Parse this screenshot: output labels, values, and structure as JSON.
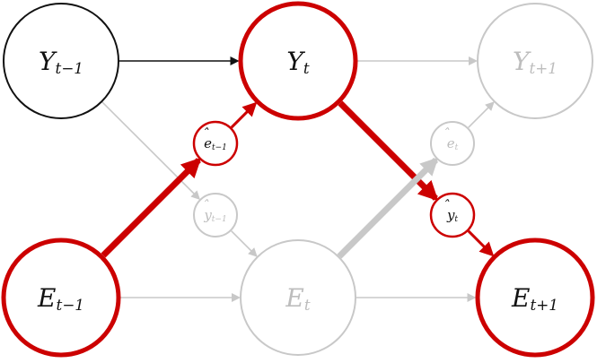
{
  "nodes": {
    "Y_prev": {
      "base": "Y",
      "sub": "t−1",
      "hat": false,
      "state": "normal"
    },
    "Y_t": {
      "base": "Y",
      "sub": "t",
      "hat": false,
      "state": "highlight"
    },
    "Y_next": {
      "base": "Y",
      "sub": "t+1",
      "hat": false,
      "state": "faded"
    },
    "E_prev": {
      "base": "E",
      "sub": "t−1",
      "hat": false,
      "state": "highlight"
    },
    "E_t": {
      "base": "E",
      "sub": "t",
      "hat": false,
      "state": "faded"
    },
    "E_next": {
      "base": "E",
      "sub": "t+1",
      "hat": false,
      "state": "highlight"
    },
    "ehat_prev": {
      "base": "e",
      "sub": "t−1",
      "hat": true,
      "state": "highlight"
    },
    "yhat_prev": {
      "base": "y",
      "sub": "t−1",
      "hat": true,
      "state": "faded"
    },
    "ehat_t": {
      "base": "e",
      "sub": "t",
      "hat": true,
      "state": "faded"
    },
    "yhat_t": {
      "base": "y",
      "sub": "t",
      "hat": true,
      "state": "highlight"
    }
  },
  "colors": {
    "highlight": "#cc0000",
    "normal": "#111111",
    "faded": "#c8c8c8",
    "faded_text": "#bdbdbd",
    "background": "#ffffff"
  },
  "edges": [
    {
      "from": "Y_prev",
      "to": "Y_t",
      "style": "normal"
    },
    {
      "from": "Y_t",
      "to": "Y_next",
      "style": "faded"
    },
    {
      "from": "E_prev",
      "to": "E_t",
      "style": "faded"
    },
    {
      "from": "E_t",
      "to": "E_next",
      "style": "faded"
    },
    {
      "from": "Y_prev",
      "to": "yhat_prev",
      "style": "faded"
    },
    {
      "from": "yhat_prev",
      "to": "E_t",
      "style": "faded"
    },
    {
      "from": "E_prev",
      "to": "ehat_prev",
      "style": "highlight-thick"
    },
    {
      "from": "ehat_prev",
      "to": "Y_t",
      "style": "highlight"
    },
    {
      "from": "Y_t",
      "to": "yhat_t",
      "style": "highlight-thick"
    },
    {
      "from": "yhat_t",
      "to": "E_next",
      "style": "highlight"
    },
    {
      "from": "E_t",
      "to": "ehat_t",
      "style": "faded-thick"
    },
    {
      "from": "ehat_t",
      "to": "Y_next",
      "style": "faded"
    }
  ]
}
